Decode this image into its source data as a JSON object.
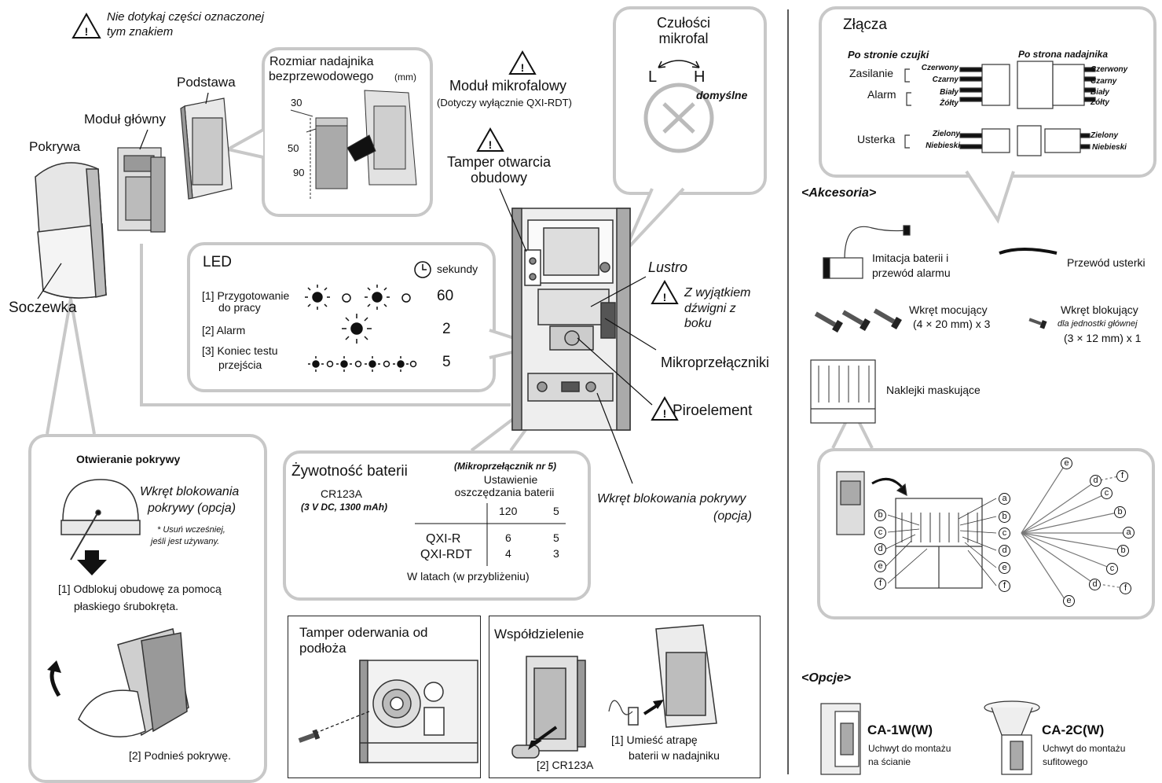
{
  "warning_note": {
    "line1": "Nie dotykaj części oznaczonej",
    "line2": "tym znakiem"
  },
  "parts": {
    "cover": "Pokrywa",
    "main_module": "Moduł główny",
    "base": "Podstawa",
    "lens": "Soczewka"
  },
  "transmitter": {
    "title1": "Rozmiar nadajnika",
    "title2": "bezprzewodowego",
    "unit": "(mm)",
    "dims": [
      "30",
      "50",
      "90"
    ]
  },
  "microwave": {
    "title": "Moduł mikrofalowy",
    "subtitle": "(Dotyczy wyłącznie QXI-RDT)"
  },
  "tamper_open": {
    "line1": "Tamper otwarcia",
    "line2": "obudowy"
  },
  "sensitivity": {
    "line1": "Czułości",
    "line2": "mikrofal",
    "low": "L",
    "high": "H",
    "default": "domyślne"
  },
  "mirror": "Lustro",
  "lever_note": {
    "line1": "Z wyjątkiem",
    "line2": "dźwigni z",
    "line3": "boku"
  },
  "dip_switches": "Mikroprzełączniki",
  "pyro": "Piroelement",
  "cover_screw": {
    "line1": "Wkręt blokowania pokrywy",
    "line2": "(opcja)"
  },
  "led": {
    "title": "LED",
    "seconds_label": "sekundy",
    "rows": [
      {
        "label1": "[1] Przygotowanie",
        "label2": "do pracy",
        "seconds": "60"
      },
      {
        "label1": "[2] Alarm",
        "label2": "",
        "seconds": "2"
      },
      {
        "label1": "[3] Koniec testu",
        "label2": "przejścia",
        "seconds": "5"
      }
    ]
  },
  "battery": {
    "title": "Żywotność baterii",
    "model": "CR123A",
    "spec": "(3 V DC, 1300 mAh)",
    "dip_note": "(Mikroprzełącznik nr 5)",
    "setting1": "Ustawienie",
    "setting2": "oszczędzania baterii",
    "col1": "120",
    "col2": "5",
    "rows": [
      {
        "name": "QXI-R",
        "v1": "6",
        "v2": "5"
      },
      {
        "name": "QXI-RDT",
        "v1": "4",
        "v2": "3"
      }
    ],
    "footer": "W latach (w przybliżeniu)"
  },
  "open_cover": {
    "title": "Otwieranie pokrywy",
    "screw1": "Wkręt blokowania",
    "screw2": "pokrywy (opcja)",
    "note1": "* Usuń wcześniej,",
    "note2": "jeśli jest używany.",
    "step1a": "[1] Odblokuj obudowę za pomocą",
    "step1b": "płaskiego śrubokręta.",
    "step2": "[2] Podnieś pokrywę."
  },
  "tamper_wall": {
    "line1": "Tamper oderwania od",
    "line2": "podłoża"
  },
  "sharing": {
    "title": "Współdzielenie",
    "step1a": "[1] Umieść atrapę",
    "step1b": "baterii w nadajniku",
    "step2": "[2] CR123A"
  },
  "connectors": {
    "title": "Złącza",
    "sensor_side": "Po stronie czujki",
    "tx_side": "Po strona nadajnika",
    "power": "Zasilanie",
    "alarm": "Alarm",
    "fault": "Usterka",
    "wires_left": [
      "Czerwony",
      "Czarny",
      "Biały",
      "Żółty"
    ],
    "wires_right": [
      "Czerwony",
      "Czarny",
      "Biały",
      "Żółty"
    ],
    "fault_left": [
      "Zielony",
      "Niebieski"
    ],
    "fault_right": [
      "Zielony",
      "Niebieski"
    ]
  },
  "accessories": {
    "title": "<Akcesoria>",
    "dummy1": "Imitacja baterii i",
    "dummy2": "przewód alarmu",
    "fault_wire": "Przewód usterki",
    "mount_screw1": "Wkręt mocujący",
    "mount_screw2": "(4 × 20 mm) x 3",
    "lock_screw1": "Wkręt blokujący",
    "lock_screw2": "dla jednostki głównej",
    "lock_screw3": "(3 × 12 mm) x 1",
    "masks": "Naklejki maskujące"
  },
  "mask_letters": {
    "a": "a",
    "b": "b",
    "c": "c",
    "d": "d",
    "e": "e",
    "f": "f"
  },
  "options": {
    "title": "<Opcje>",
    "ca1": "CA-1W(W)",
    "ca1_desc1": "Uchwyt do montażu",
    "ca1_desc2": "na ścianie",
    "ca2": "CA-2C(W)",
    "ca2_desc1": "Uchwyt do montażu",
    "ca2_desc2": "sufitowego"
  }
}
